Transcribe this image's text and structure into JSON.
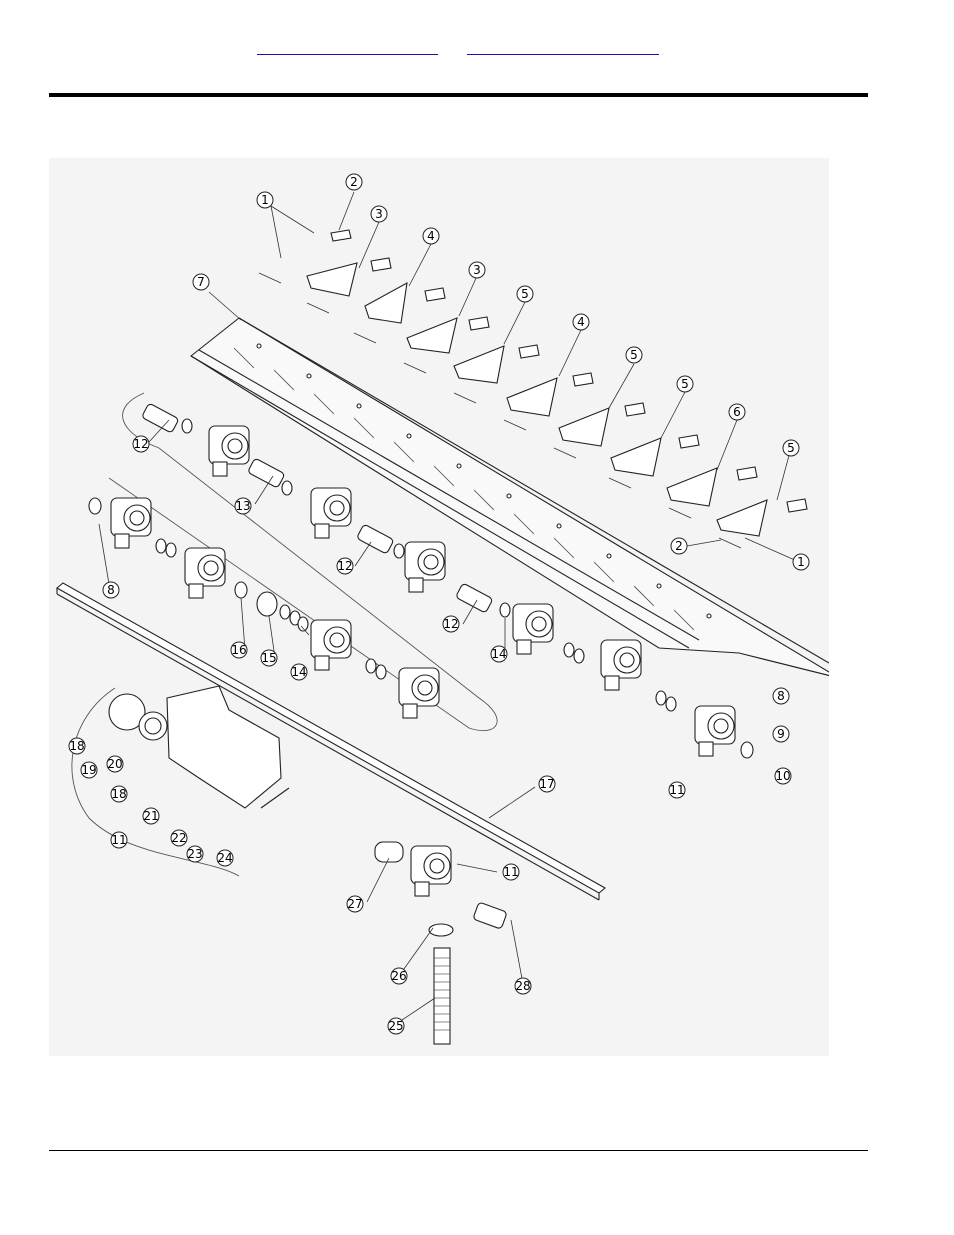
{
  "header": {
    "link_left": "",
    "link_right": ""
  },
  "figure": {
    "callouts": [
      "1",
      "2",
      "3",
      "4",
      "5",
      "6",
      "7",
      "8",
      "9",
      "10",
      "11",
      "12",
      "13",
      "14",
      "15",
      "16",
      "17",
      "18",
      "19",
      "20",
      "21",
      "22",
      "23",
      "24",
      "25",
      "26",
      "27",
      "28"
    ]
  }
}
